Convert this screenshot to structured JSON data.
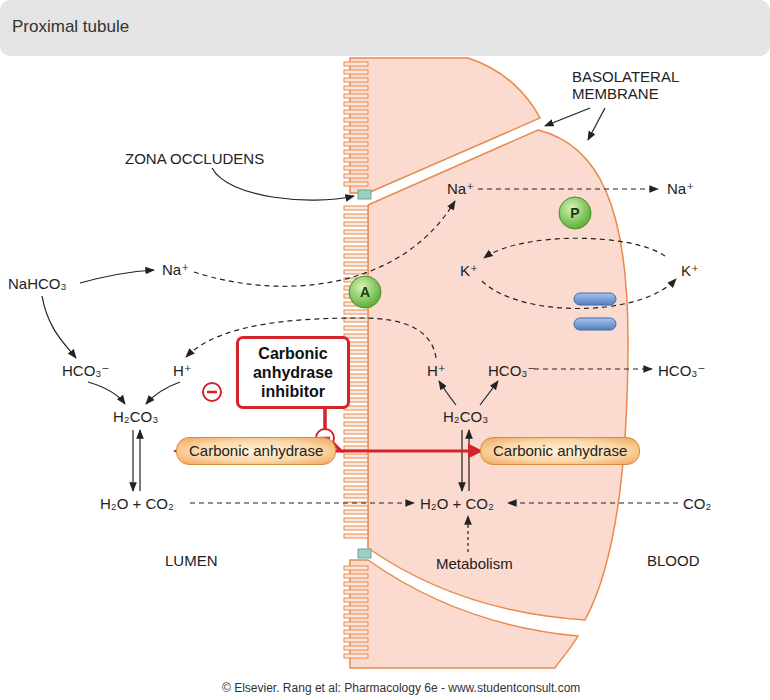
{
  "diagram": {
    "title": "Proximal tubule",
    "nodes": [
      {
        "text": [
          "A"
        ]
      },
      {
        "text": [
          "P"
        ]
      },
      {
        "text": [
          "Carbonic anhydrase inhibitor"
        ]
      },
      {
        "text": [
          "Carbonic anhydrase"
        ]
      },
      {
        "text": [
          "Carbonic anhydrase"
        ]
      }
    ],
    "edges": [
      {
        "from": 2,
        "to": 3,
        "arrow": "to"
      },
      {
        "from": 2,
        "to": 4,
        "arrow": "to"
      }
    ],
    "labels": [
      "BASOLATERAL MEMBRANE",
      "ZONA OCCLUDENS",
      "Na⁺",
      "Na⁺",
      "NaHCO₃",
      "Na⁺",
      "K⁺",
      "K⁺",
      "HCO₃⁻",
      "H⁺",
      "H⁺",
      "HCO₃⁻",
      "HCO₃⁻",
      "H₂CO₃",
      "H₂CO₃",
      "H₂O + CO₂",
      "H₂O + CO₂",
      "CO₂",
      "LUMEN",
      "BLOOD",
      "Metabolism",
      "© Elsevier. Rang et al: Pharmacology 6e - www.studentconsult.com"
    ]
  }
}
